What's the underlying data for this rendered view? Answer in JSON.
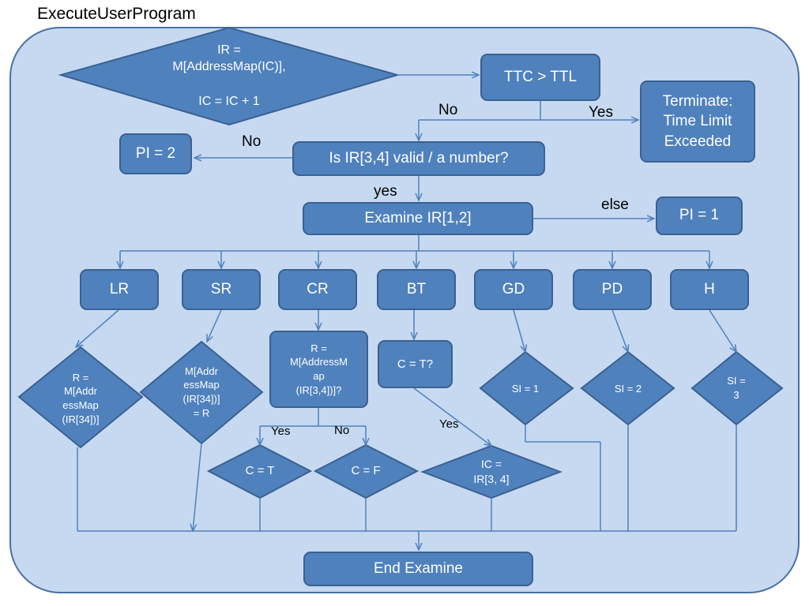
{
  "title": "ExecuteUserProgram",
  "nodes": {
    "fetch": "IR =\nM[AddressMap(IC)],\n\nIC = IC + 1",
    "ttc_check": "TTC > TTL",
    "terminate": "Terminate:\nTime Limit\nExceeded",
    "pi2": "PI = 2",
    "valid_check": "Is IR[3,4] valid / a number?",
    "examine": "Examine IR[1,2]",
    "pi1": "PI = 1",
    "lr": "LR",
    "sr": "SR",
    "cr": "CR",
    "bt": "BT",
    "gd": "GD",
    "pd": "PD",
    "h": "H",
    "lr_action": "R =\nM[Addr\nessMap\n(IR[34])]",
    "sr_action": "M[Addr\nessMap\n(IR[34])]\n= R",
    "cr_check": "R =\nM[AddressM\nap\n(IR[3,4])]?",
    "bt_check": "C = T?",
    "gd_action": "SI = 1",
    "pd_action": "SI = 2",
    "h_action": "SI =\n3",
    "ct": "C = T",
    "cf": "C = F",
    "ic_set": "IC =\nIR[3, 4]",
    "end": "End Examine"
  },
  "labels": {
    "no_ttc": "No",
    "yes_ttc": "Yes",
    "no_valid": "No",
    "yes_valid": "yes",
    "else": "else",
    "cr_yes": "Yes",
    "cr_no": "No",
    "bt_yes": "Yes"
  },
  "colors": {
    "frame_fill": "#c6d9f1",
    "shape_fill": "#4f81bd",
    "shape_border": "#3a6191",
    "line": "#4f81bd"
  }
}
